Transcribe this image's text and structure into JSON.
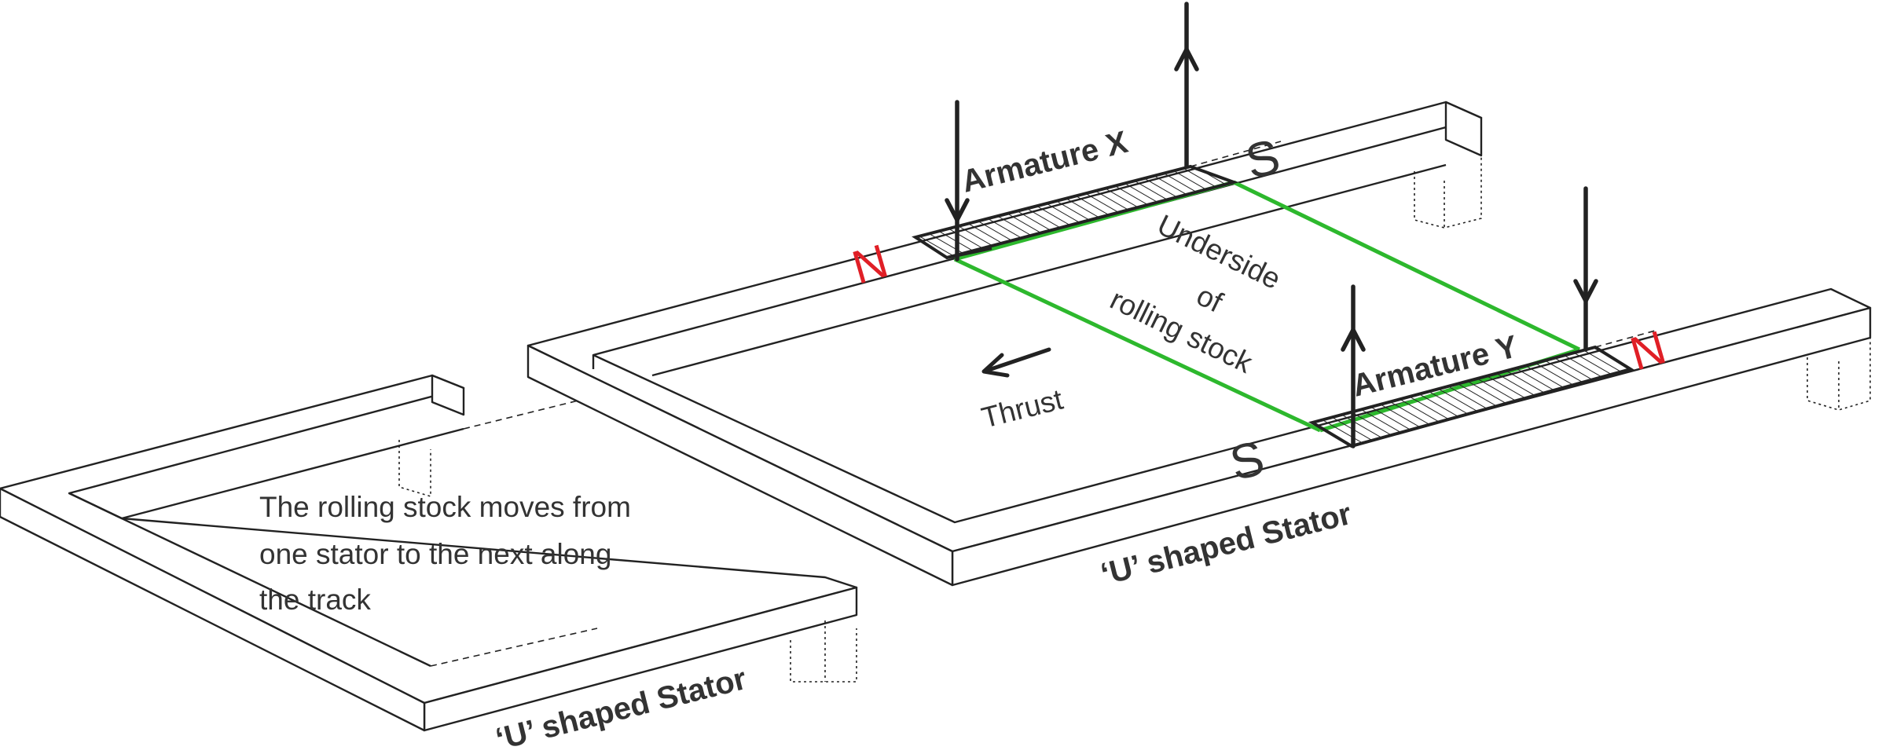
{
  "labels": {
    "armature_x": "Armature X",
    "armature_y": "Armature Y",
    "underside_line1": "Underside",
    "underside_line2": "of",
    "underside_line3": "rolling stock",
    "thrust": "Thrust",
    "stator_main": "‘U’ shaped Stator",
    "stator_second": "‘U’ shaped Stator",
    "note_line1": "The rolling stock moves from",
    "note_line2": "one stator to the next along",
    "note_line3": "the track"
  },
  "poles": {
    "x_left": "N",
    "x_right": "S",
    "y_left": "S",
    "y_right": "N"
  },
  "colors": {
    "north_pole": "#e01f26",
    "rolling_stock_outline": "#2db82d",
    "line": "#222222"
  }
}
